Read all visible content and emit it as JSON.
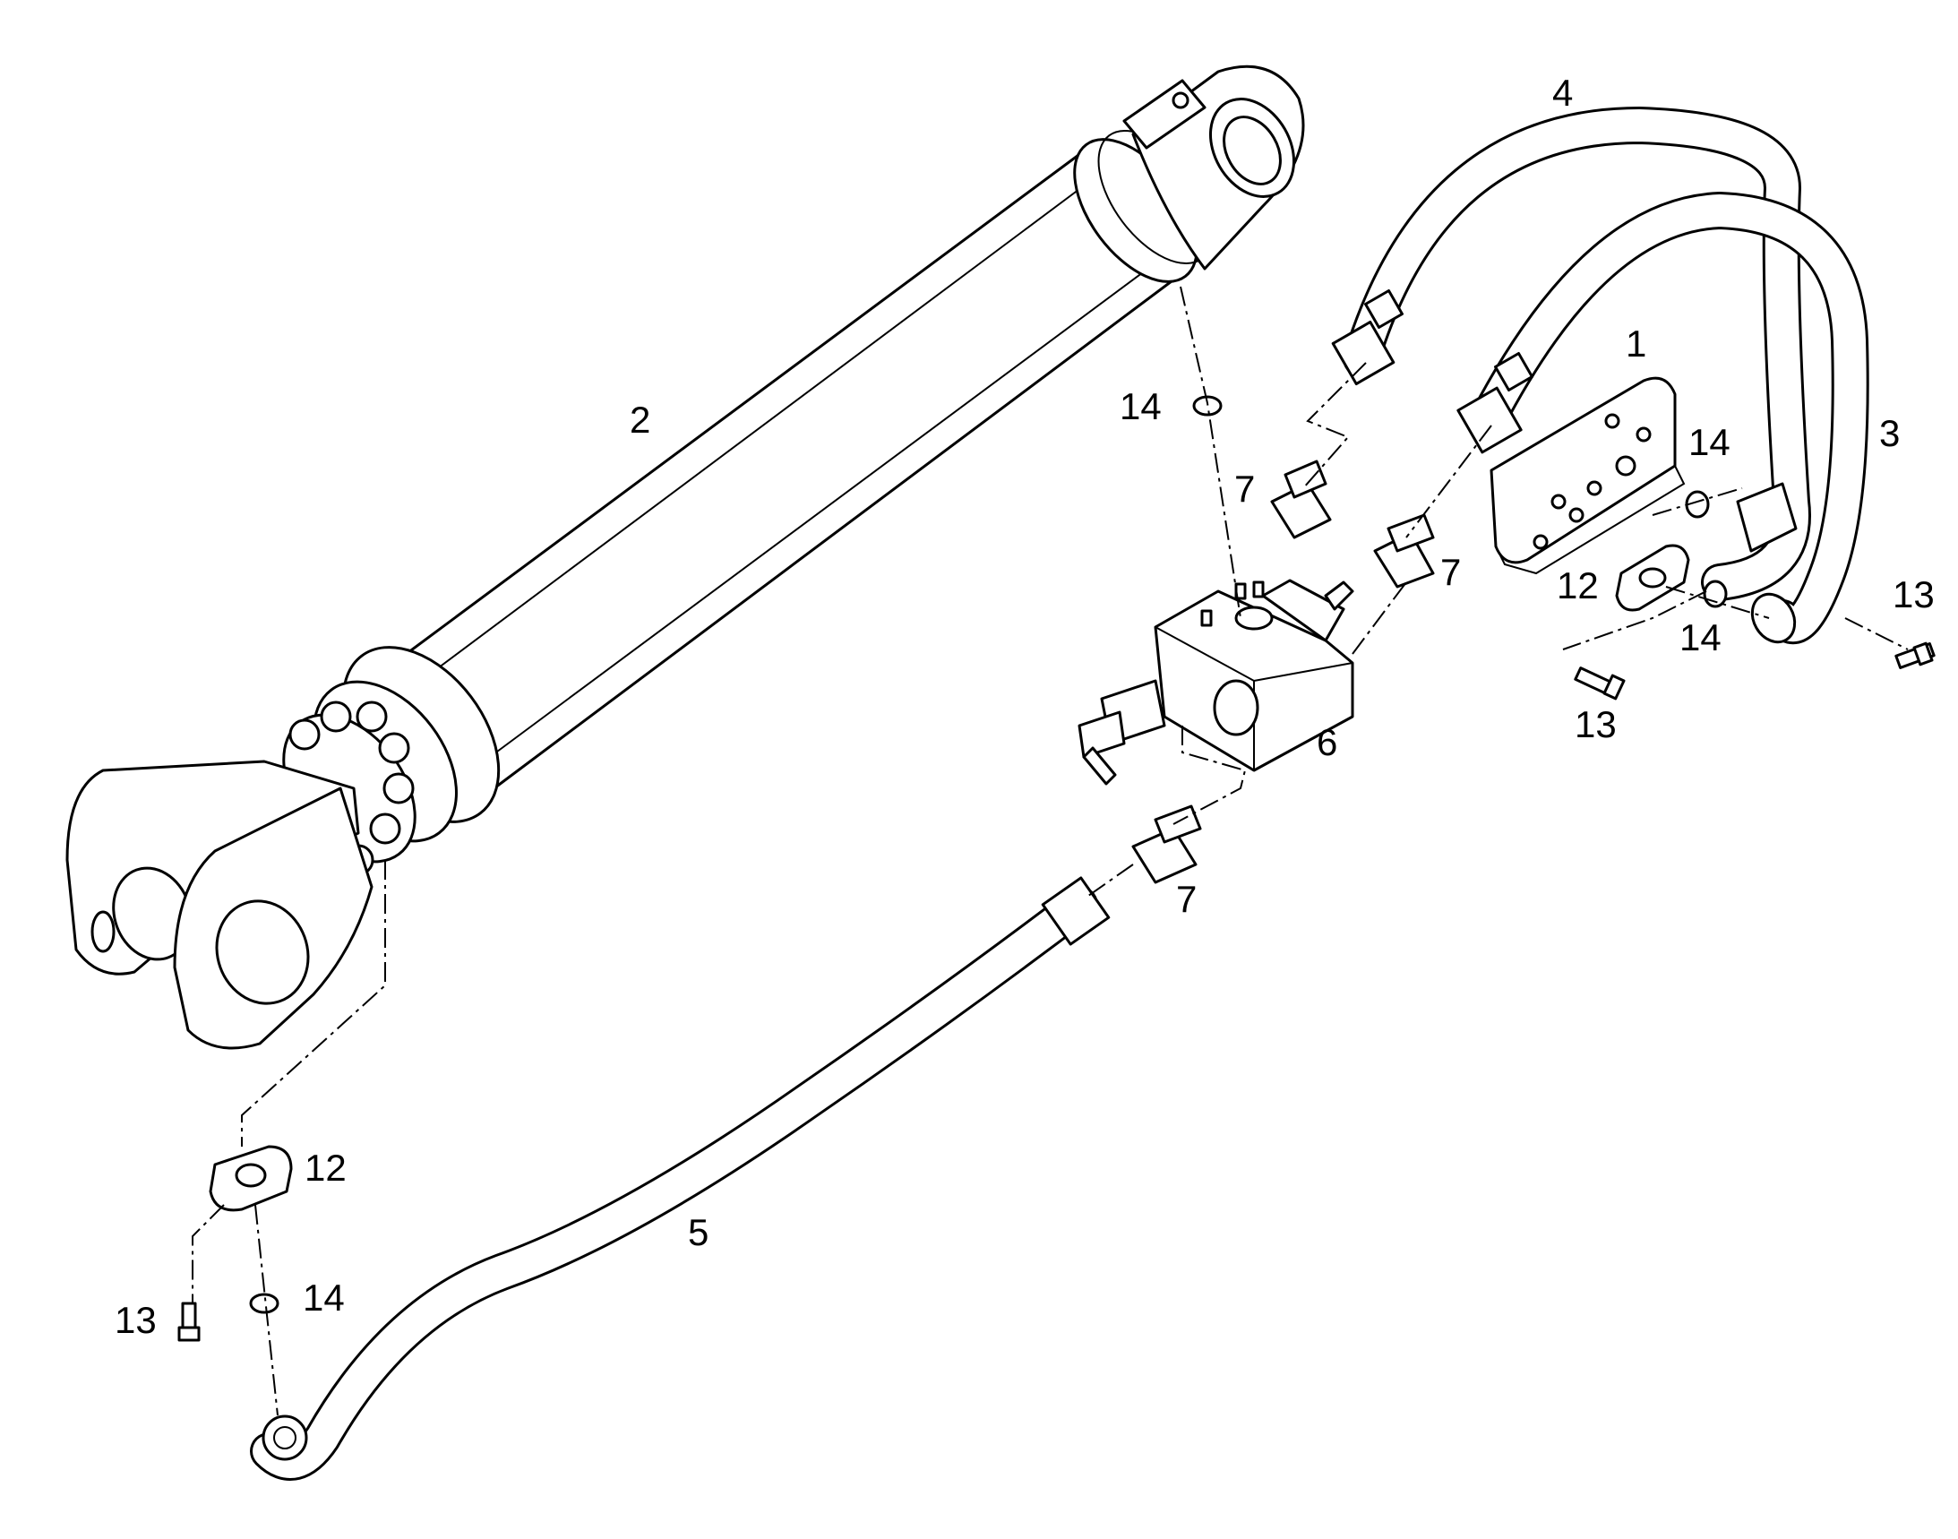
{
  "diagram": {
    "parts": [
      {
        "id": "part-1",
        "callout": "1"
      },
      {
        "id": "part-2",
        "callout": "2"
      },
      {
        "id": "part-3",
        "callout": "3"
      },
      {
        "id": "part-4",
        "callout": "4"
      },
      {
        "id": "part-5",
        "callout": "5"
      },
      {
        "id": "part-6",
        "callout": "6"
      },
      {
        "id": "part-7-a",
        "callout": "7"
      },
      {
        "id": "part-7-b",
        "callout": "7"
      },
      {
        "id": "part-7-c",
        "callout": "7"
      },
      {
        "id": "part-12-a",
        "callout": "12"
      },
      {
        "id": "part-12-b",
        "callout": "12"
      },
      {
        "id": "part-13-a",
        "callout": "13"
      },
      {
        "id": "part-13-b",
        "callout": "13"
      },
      {
        "id": "part-13-c",
        "callout": "13"
      },
      {
        "id": "part-14-a",
        "callout": "14"
      },
      {
        "id": "part-14-b",
        "callout": "14"
      },
      {
        "id": "part-14-c",
        "callout": "14"
      },
      {
        "id": "part-14-d",
        "callout": "14"
      }
    ]
  }
}
